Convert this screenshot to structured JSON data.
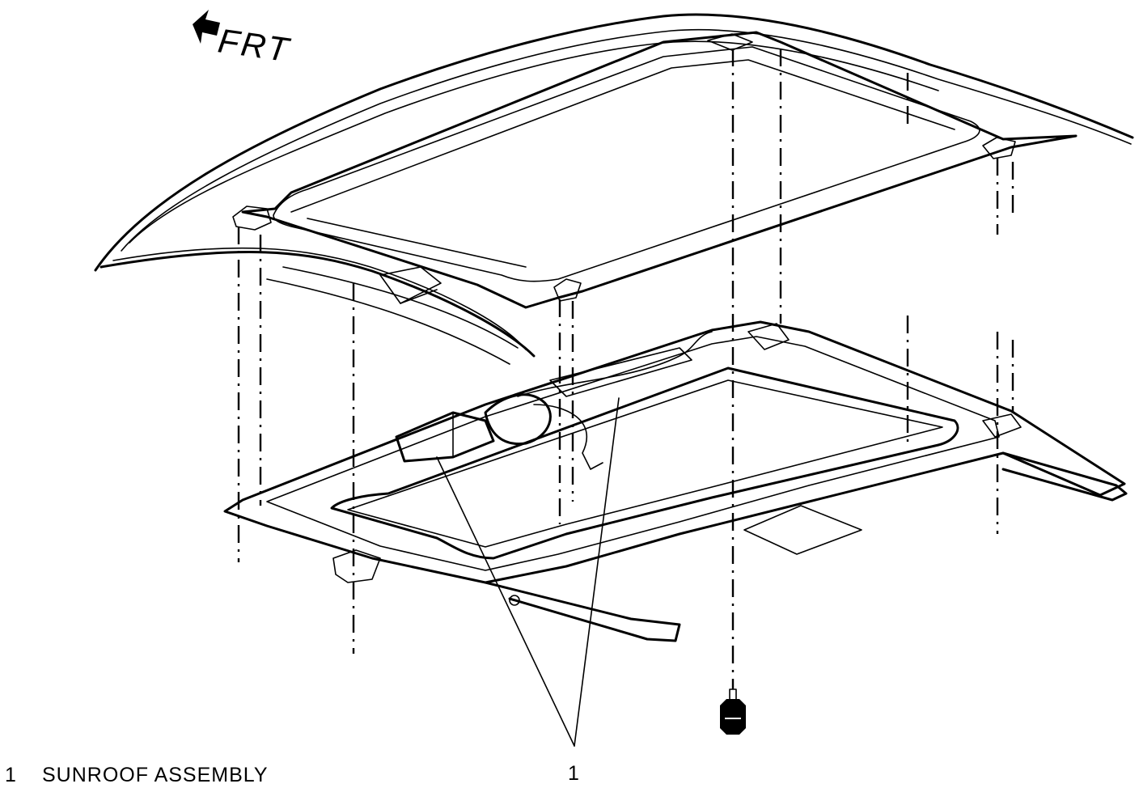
{
  "orientation": {
    "label": "FRT",
    "icon": "arrow-left-icon"
  },
  "legend": [
    {
      "number": "1",
      "text": "SUNROOF ASSEMBLY"
    }
  ],
  "callouts": [
    {
      "number": "1"
    }
  ]
}
